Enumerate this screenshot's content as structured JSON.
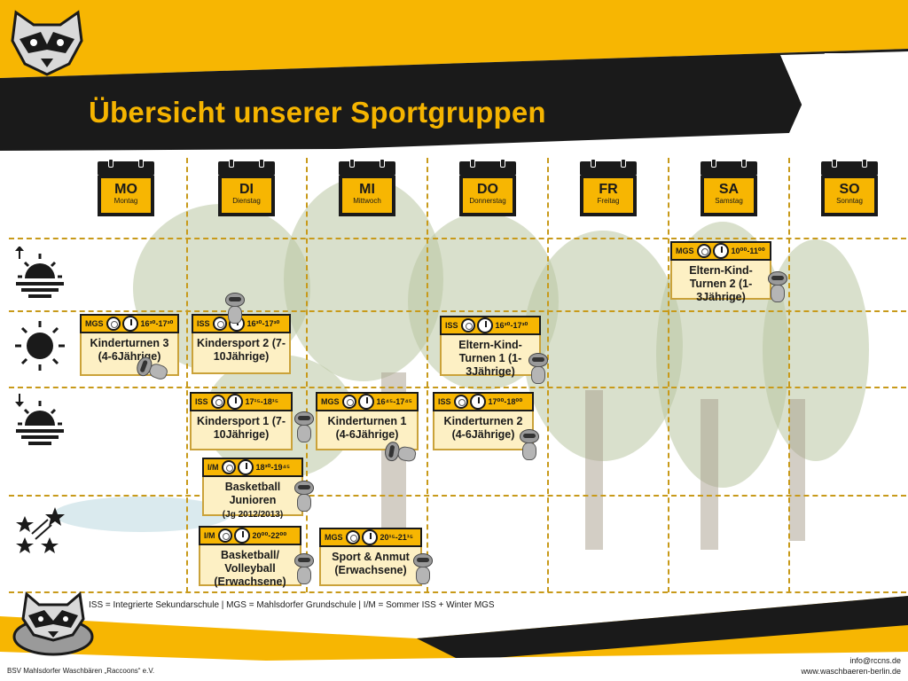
{
  "title": "Übersicht unserer Sportgruppen",
  "days": [
    {
      "abbr": "MO",
      "full": "Montag"
    },
    {
      "abbr": "DI",
      "full": "Dienstag"
    },
    {
      "abbr": "MI",
      "full": "Mittwoch"
    },
    {
      "abbr": "DO",
      "full": "Donnerstag"
    },
    {
      "abbr": "FR",
      "full": "Freitag"
    },
    {
      "abbr": "SA",
      "full": "Samstag"
    },
    {
      "abbr": "SO",
      "full": "Sonntag"
    }
  ],
  "time_of_day_icons": [
    "sunrise-icon",
    "sun-icon",
    "sunset-icon",
    "stars-icon"
  ],
  "cards": [
    {
      "loc": "MGS",
      "time": "16³⁰-17³⁰",
      "name": "Kinderturnen 3 (4-6Jährige)"
    },
    {
      "loc": "ISS",
      "time": "16³⁰-17³⁰",
      "name": "Kindersport 2 (7-10Jährige)"
    },
    {
      "loc": "ISS",
      "time": "16³⁰-17³⁰",
      "name": "Eltern-Kind-Turnen 1 (1-3Jährige)"
    },
    {
      "loc": "MGS",
      "time": "10⁰⁰-11⁰⁰",
      "name": "Eltern-Kind-Turnen 2 (1-3Jährige)"
    },
    {
      "loc": "ISS",
      "time": "17¹⁵-18¹⁵",
      "name": "Kindersport 1 (7-10Jährige)"
    },
    {
      "loc": "MGS",
      "time": "16⁴⁵-17⁴⁵",
      "name": "Kinderturnen 1 (4-6Jährige)"
    },
    {
      "loc": "ISS",
      "time": "17⁰⁰-18⁰⁰",
      "name": "Kinderturnen 2 (4-6Jährige)"
    },
    {
      "loc": "I/M",
      "time": "18³⁰-19⁴⁵",
      "name": "Basketball Junioren",
      "sub": "(Jg 2012/2013)"
    },
    {
      "loc": "I/M",
      "time": "20⁰⁰-22⁰⁰",
      "name": "Basketball/ Volleyball (Erwachsene)"
    },
    {
      "loc": "MGS",
      "time": "20¹⁵-21¹⁵",
      "name": "Sport & Anmut (Erwachsene)"
    }
  ],
  "legend": "ISS = Integrierte Sekundarschule | MGS = Mahlsdorfer Grundschule | I/M = Sommer ISS + Winter MGS",
  "footer": {
    "club": "BSV Mahlsdorfer Waschbären „Raccoons“ e.V.",
    "email": "info@rccns.de",
    "web": "www.waschbaeren-berlin.de"
  },
  "colors": {
    "accent": "#f7b602",
    "dark": "#1a1a1a",
    "card_bg": "#fdf0c4",
    "grid": "#c89a1a"
  }
}
